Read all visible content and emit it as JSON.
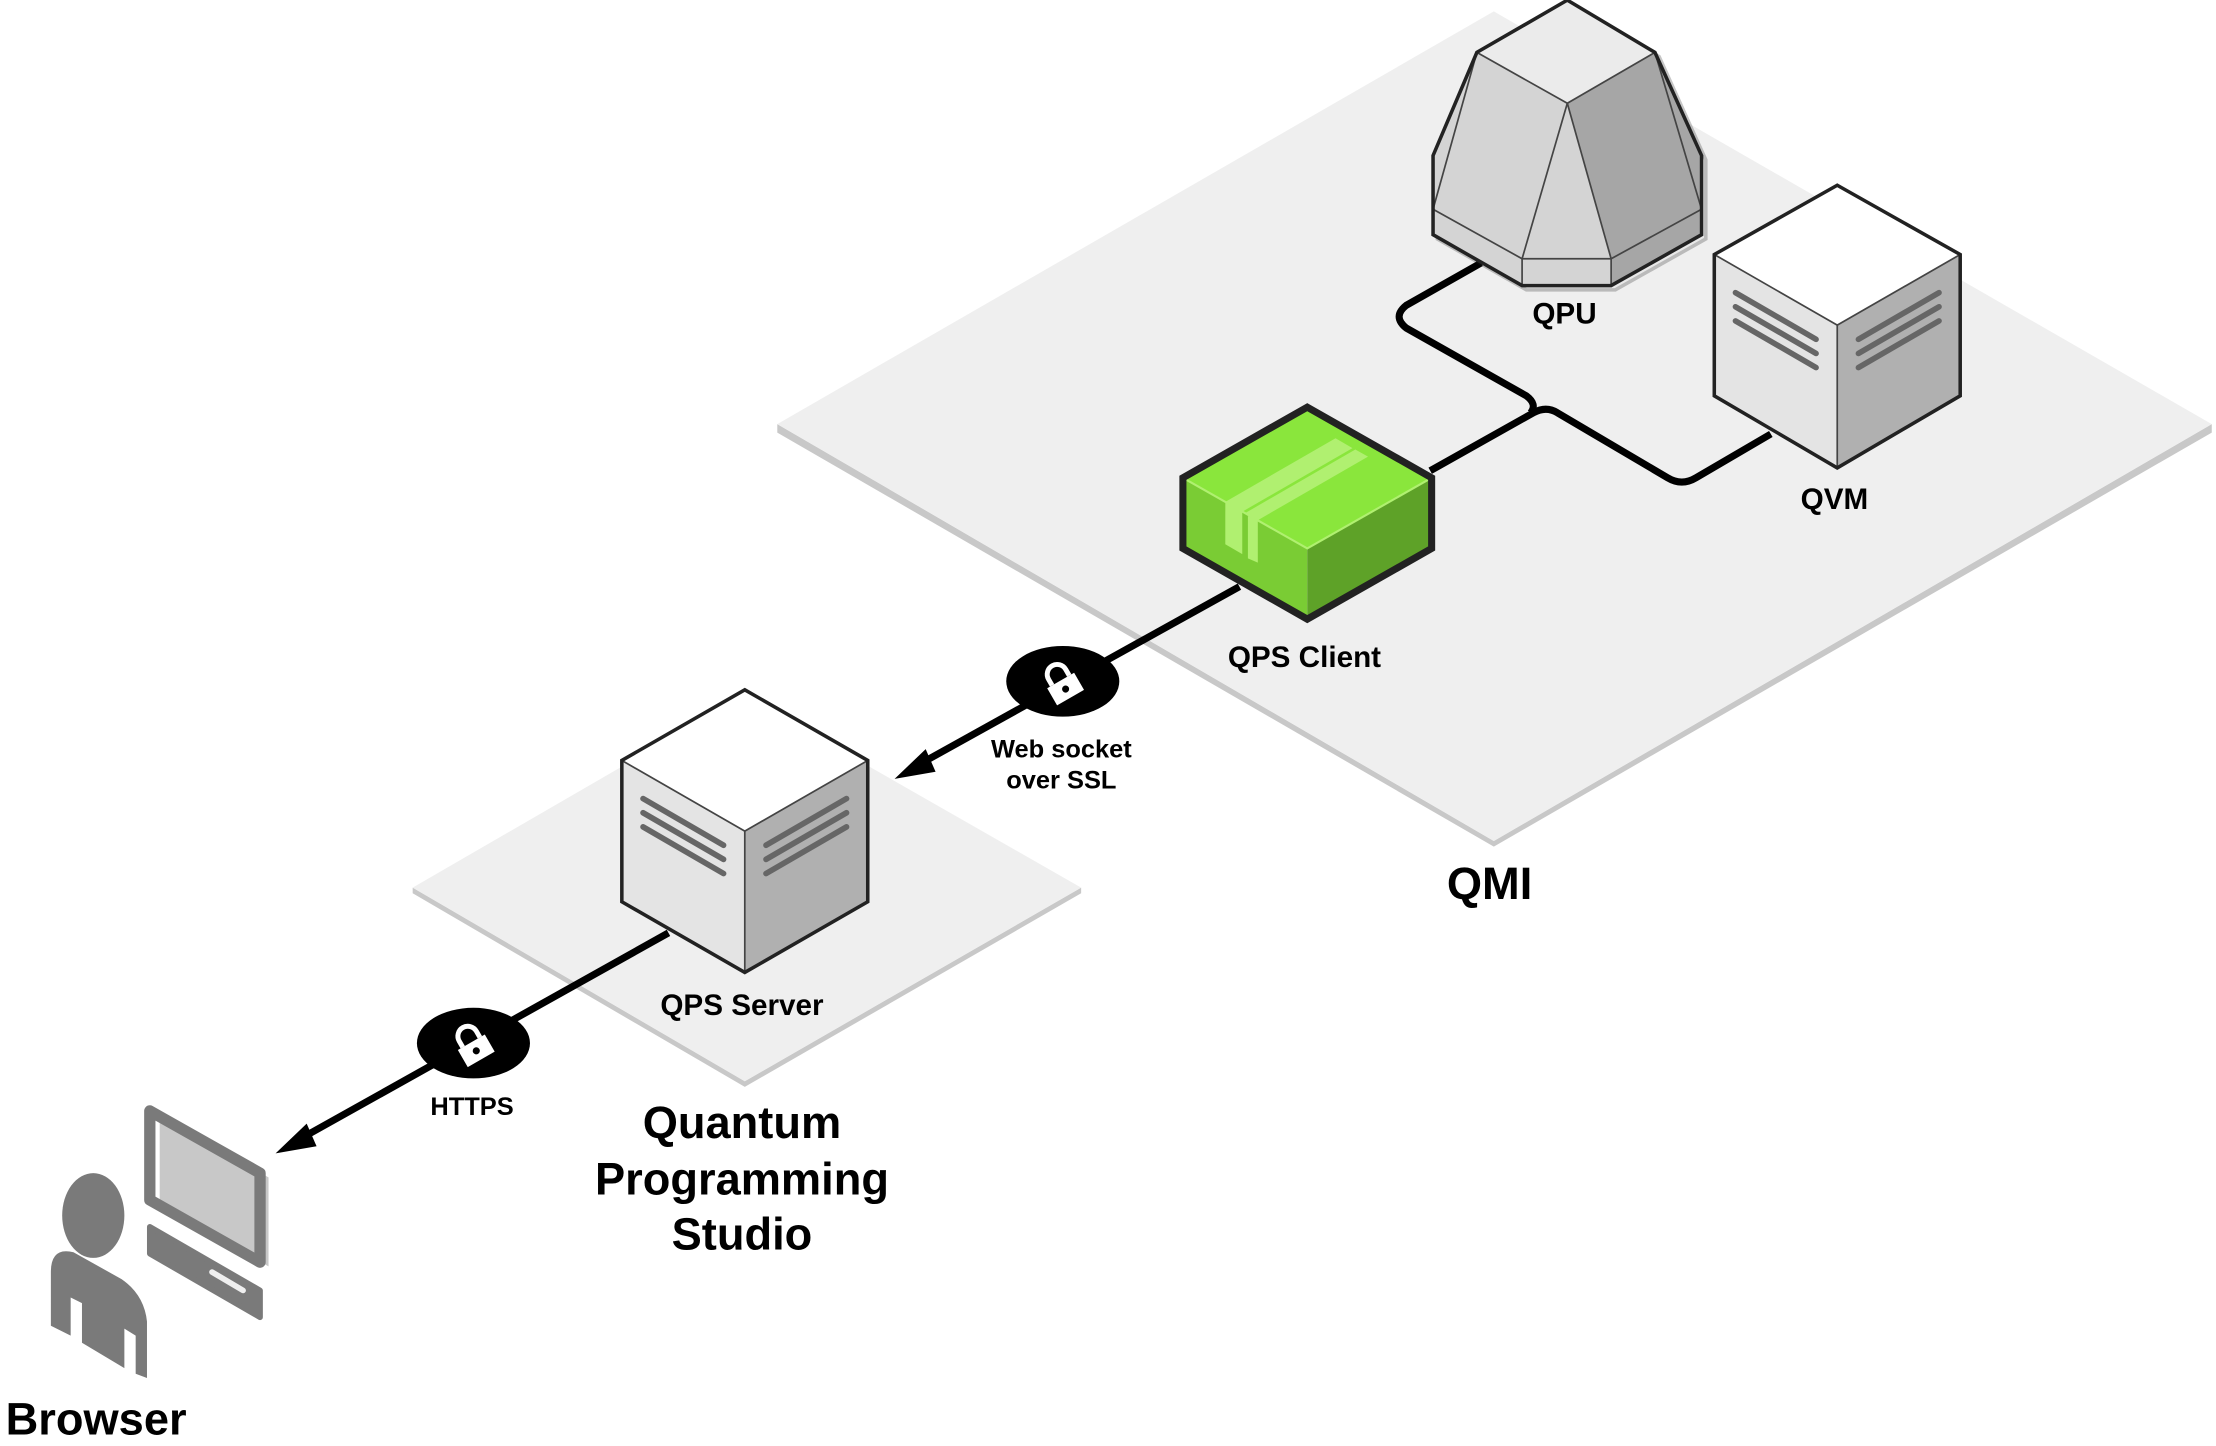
{
  "nodes": {
    "qpu": {
      "label": "QPU"
    },
    "qvm": {
      "label": "QVM"
    },
    "qps_client": {
      "label": "QPS Client"
    },
    "qps_server": {
      "label": "QPS Server"
    },
    "browser": {
      "label": "Browser"
    }
  },
  "zones": {
    "qmi": {
      "label": "QMI"
    },
    "studio": {
      "label_lines": [
        "Quantum",
        "Programming",
        "Studio"
      ]
    }
  },
  "connections": {
    "websocket": {
      "label_lines": [
        "Web socket",
        "over SSL"
      ],
      "secure": true,
      "icon": "lock-icon"
    },
    "https": {
      "label": "HTTPS",
      "secure": true,
      "icon": "lock-icon"
    }
  },
  "colors": {
    "platform": "#efefef",
    "platform_shadow": "#c8c8c8",
    "client_green": "#8ae63c",
    "client_green_dark": "#5ea228",
    "server_gray": "#e4e4e4",
    "server_gray_dark": "#b0b0b0",
    "browser_gray": "#7a7a7a"
  }
}
